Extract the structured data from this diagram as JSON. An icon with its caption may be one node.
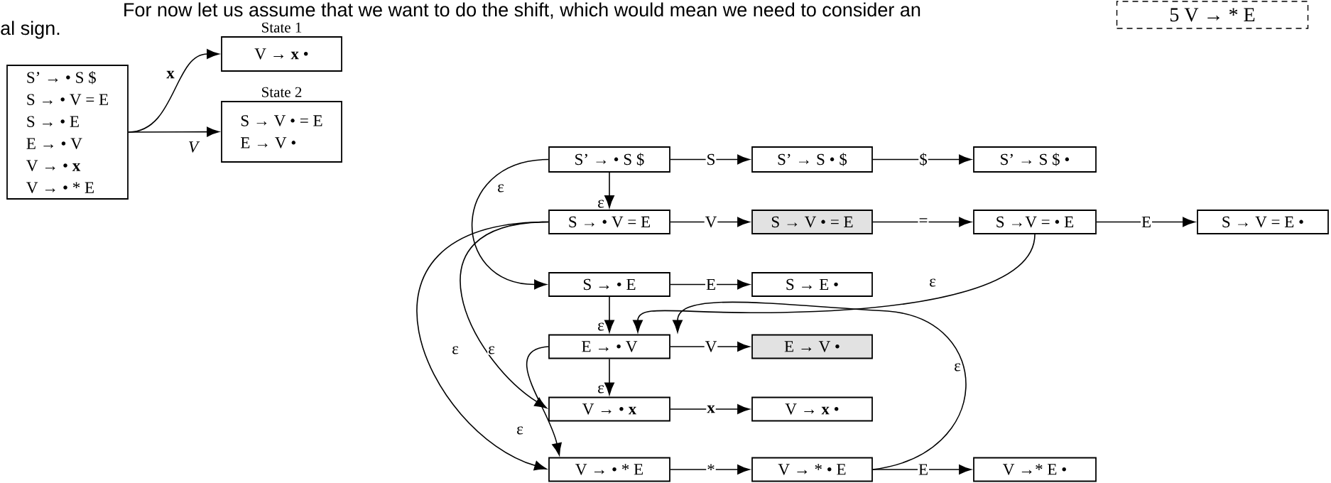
{
  "diagram": {
    "nodes": [
      {
        "text": [
          "S’ → • S $",
          "S → • V = E",
          "S → • E",
          "E → • V",
          "V → • **x**",
          "V → • * E"
        ]
      },
      {
        "text": [
          "State 1",
          "V → **x** •"
        ]
      },
      {
        "text": [
          "State 2",
          "S → V • = E",
          "E → V •"
        ]
      },
      {
        "text": [
          "5  V → * E"
        ]
      },
      {
        "text": [
          "S’ → • S $"
        ]
      },
      {
        "text": [
          "S’ → S • $"
        ]
      },
      {
        "text": [
          "S’ → S $ •"
        ]
      },
      {
        "text": [
          "S → • V = E"
        ]
      },
      {
        "text": [
          "S → V • = E"
        ]
      },
      {
        "text": [
          "S →V = • E"
        ]
      },
      {
        "text": [
          "S → V = E •"
        ]
      },
      {
        "text": [
          "S → • E"
        ]
      },
      {
        "text": [
          "S → E •"
        ]
      },
      {
        "text": [
          "E → • V"
        ]
      },
      {
        "text": [
          "E → V •"
        ]
      },
      {
        "text": [
          "V → • **x**"
        ]
      },
      {
        "text": [
          "V → **x** •"
        ]
      },
      {
        "text": [
          "V → • * E"
        ]
      },
      {
        "text": [
          "V → * • E"
        ]
      },
      {
        "text": [
          "V →* E •"
        ]
      }
    ],
    "edges": [
      {
        "from": 0,
        "to": 1,
        "arrow": "to",
        "label": "x"
      },
      {
        "from": 0,
        "to": 2,
        "arrow": "to",
        "label": "V"
      },
      {
        "from": 4,
        "to": 5,
        "arrow": "to",
        "label": "S"
      },
      {
        "from": 5,
        "to": 6,
        "arrow": "to",
        "label": "$"
      },
      {
        "from": 4,
        "to": 7,
        "arrow": "to",
        "label": "ε"
      },
      {
        "from": 4,
        "to": 11,
        "arrow": "to",
        "label": "ε"
      },
      {
        "from": 7,
        "to": 8,
        "arrow": "to",
        "label": "V"
      },
      {
        "from": 8,
        "to": 9,
        "arrow": "to",
        "label": "="
      },
      {
        "from": 9,
        "to": 10,
        "arrow": "to",
        "label": "E"
      },
      {
        "from": 11,
        "to": 12,
        "arrow": "to",
        "label": "E"
      },
      {
        "from": 11,
        "to": 13,
        "arrow": "to",
        "label": "ε"
      },
      {
        "from": 9,
        "to": 13,
        "arrow": "to",
        "label": "ε"
      },
      {
        "from": 7,
        "to": 15,
        "arrow": "to",
        "label": "ε"
      },
      {
        "from": 7,
        "to": 17,
        "arrow": "to",
        "label": "ε"
      },
      {
        "from": 13,
        "to": 14,
        "arrow": "to",
        "label": "V"
      },
      {
        "from": 13,
        "to": 15,
        "arrow": "to",
        "label": "ε"
      },
      {
        "from": 13,
        "to": 17,
        "arrow": "to",
        "label": "ε"
      },
      {
        "from": 15,
        "to": 16,
        "arrow": "to",
        "label": "x"
      },
      {
        "from": 17,
        "to": 18,
        "arrow": "to",
        "label": "*"
      },
      {
        "from": 18,
        "to": 19,
        "arrow": "to",
        "label": "E"
      },
      {
        "from": 18,
        "to": 13,
        "arrow": "to",
        "label": "ε"
      }
    ],
    "labels": [
      "For now let us assume that we want to do the shift, which would mean we need to consider an",
      "al sign."
    ]
  }
}
